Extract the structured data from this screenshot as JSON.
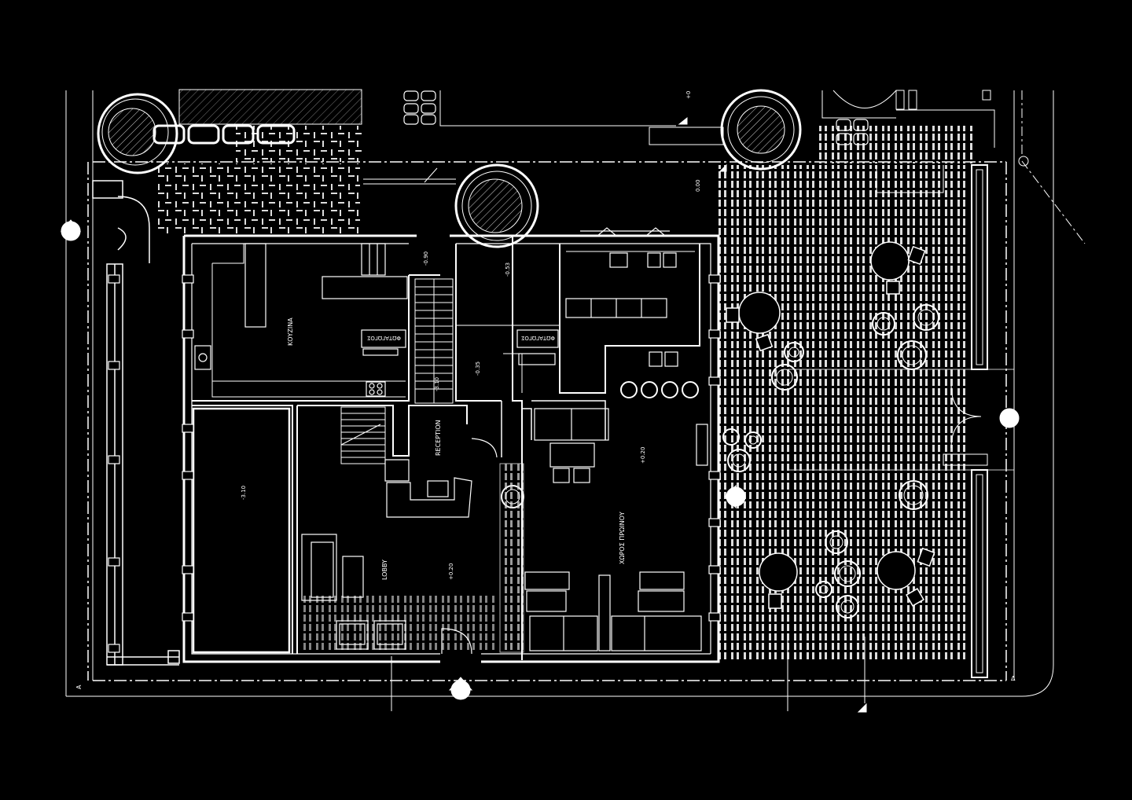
{
  "rooms": {
    "kitchen": "ΚΟΥΖΙΝΑ",
    "reception": "RECEPTION",
    "lobby": "LOBBY",
    "breakfast": "ΧΩΡΟΣ ΠΡΩΙΝΟΥ",
    "storage_1": "ΦΩΤΑΓΩΓΟΣ",
    "storage_2": "ΦΩΤΑΓΩΓΟΣ"
  },
  "levels": {
    "stair_top": "-0.90",
    "core": "-0.53",
    "stair_mid": "-0.35",
    "stair_low": "-3.10",
    "basement": "-3.10",
    "lobby": "+0.20",
    "breakfast": "+0.20",
    "garden": "0.00",
    "top": "+0"
  },
  "section_marks": {
    "left": "A",
    "right": "Δ"
  },
  "colors": {
    "background": "#000000",
    "lines": "#ffffff",
    "hatch": "#cfcfcf"
  }
}
